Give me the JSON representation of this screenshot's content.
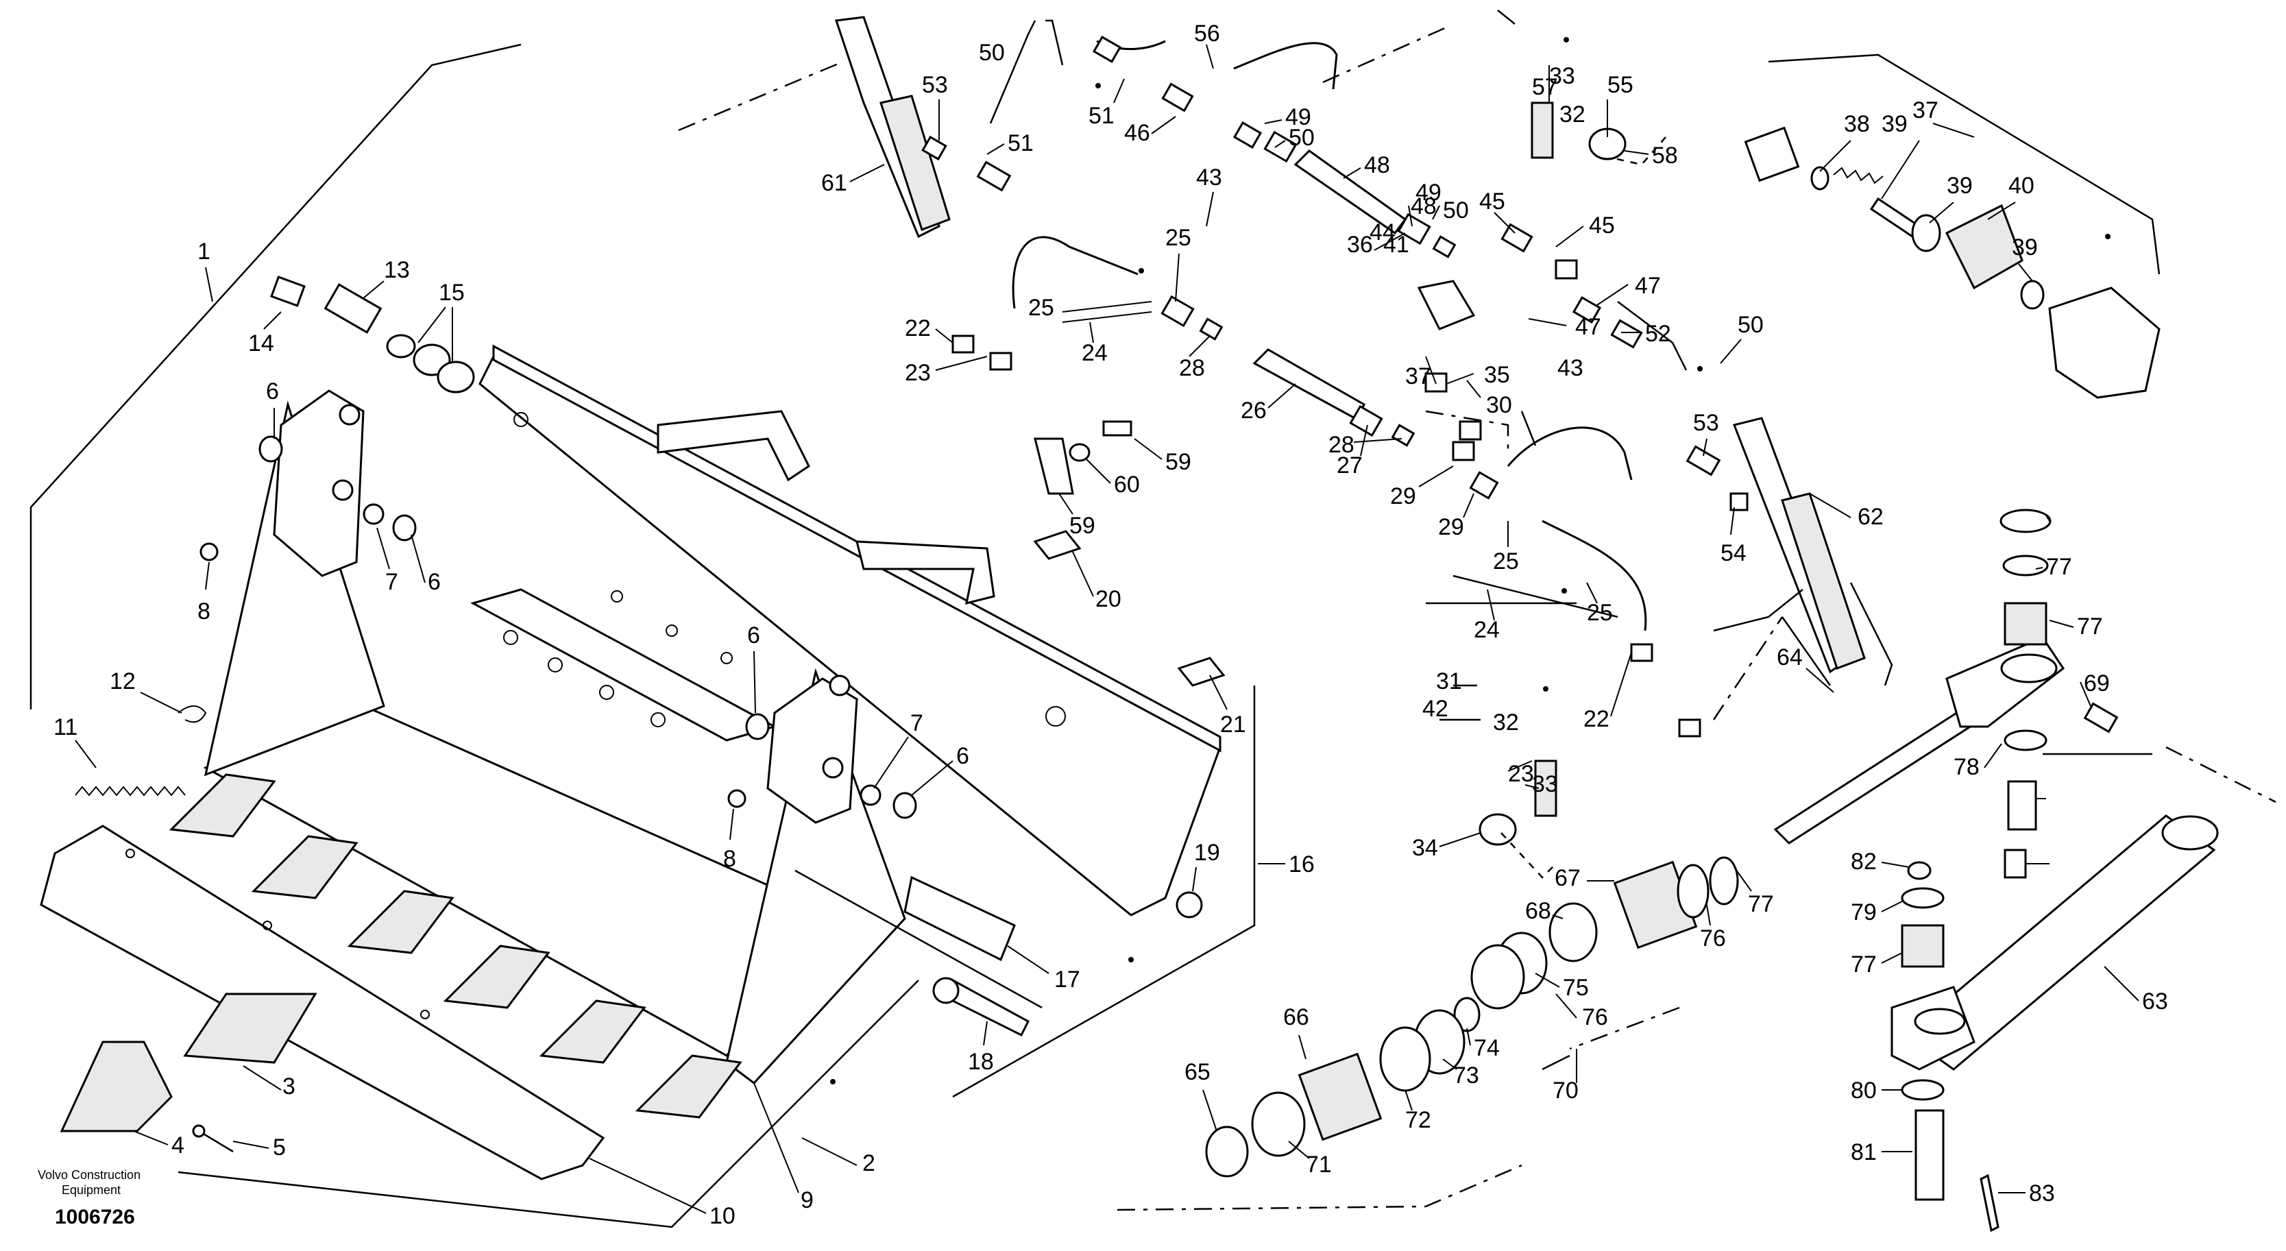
{
  "diagram": {
    "brand_line1": "Volvo Construction",
    "brand_line2": "Equipment",
    "figure_id": "1006726",
    "labels": [
      "1",
      "2",
      "3",
      "4",
      "5",
      "6",
      "6",
      "6",
      "6",
      "7",
      "7",
      "8",
      "8",
      "9",
      "10",
      "11",
      "12",
      "13",
      "14",
      "15",
      "16",
      "17",
      "18",
      "19",
      "20",
      "21",
      "22",
      "22",
      "23",
      "23",
      "24",
      "24",
      "25",
      "25",
      "25",
      "25",
      "26",
      "27",
      "28",
      "28",
      "29",
      "29",
      "30",
      "31",
      "32",
      "32",
      "33",
      "33",
      "34",
      "35",
      "36",
      "37",
      "37",
      "38",
      "39",
      "39",
      "39",
      "40",
      "41",
      "42",
      "43",
      "43",
      "44",
      "45",
      "45",
      "46",
      "47",
      "47",
      "48",
      "48",
      "49",
      "49",
      "50",
      "50",
      "50",
      "50",
      "51",
      "51",
      "52",
      "53",
      "53",
      "54",
      "55",
      "56",
      "57",
      "58",
      "59",
      "59",
      "60",
      "61",
      "62",
      "63",
      "64",
      "65",
      "66",
      "67",
      "68",
      "69",
      "70",
      "71",
      "72",
      "73",
      "74",
      "75",
      "76",
      "76",
      "77",
      "77",
      "77",
      "77",
      "78",
      "79",
      "80",
      "81",
      "82",
      "83"
    ]
  }
}
